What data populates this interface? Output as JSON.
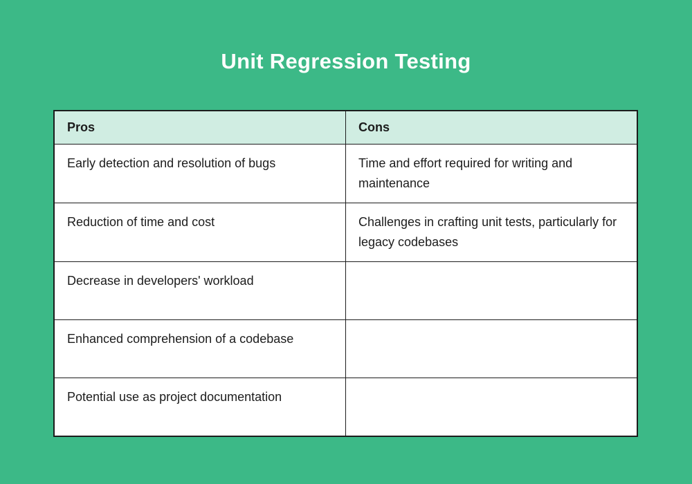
{
  "title": "Unit Regression Testing",
  "colors": {
    "background": "#3CB987",
    "header_bg": "#D0EDE2",
    "cell_bg": "#FFFFFF",
    "border": "#1C1C1C",
    "title_text": "#FDFEFD",
    "body_text": "#1C1C1C"
  },
  "table": {
    "columns": [
      "Pros",
      "Cons"
    ],
    "rows": [
      [
        "Early detection and resolution of bugs",
        "Time and effort required for writing and maintenance"
      ],
      [
        "Reduction of time and cost",
        "Challenges in crafting unit tests, particularly for legacy codebases"
      ],
      [
        "Decrease in developers' workload",
        ""
      ],
      [
        "Enhanced comprehension of a codebase",
        ""
      ],
      [
        "Potential use as project documentation",
        ""
      ]
    ]
  }
}
